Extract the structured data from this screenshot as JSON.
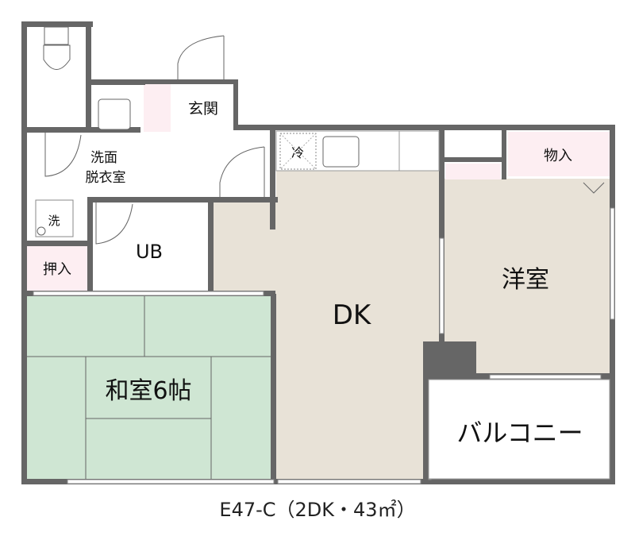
{
  "rooms": {
    "entrance": "玄関",
    "washroom_line1": "洗面",
    "washroom_line2": "脱衣室",
    "washer": "洗",
    "closet_left": "押入",
    "bath": "UB",
    "fridge": "冷",
    "dk": "DK",
    "storage": "物入",
    "western": "洋室",
    "japanese": "和室6帖",
    "balcony": "バルコニー"
  },
  "caption": "E47-C（2DK・43㎡）",
  "colors": {
    "wall": "#666666",
    "dk_floor": "#e8e2d7",
    "tatami": "#cfe6d3",
    "closet": "#fdeef2",
    "white": "#ffffff"
  }
}
